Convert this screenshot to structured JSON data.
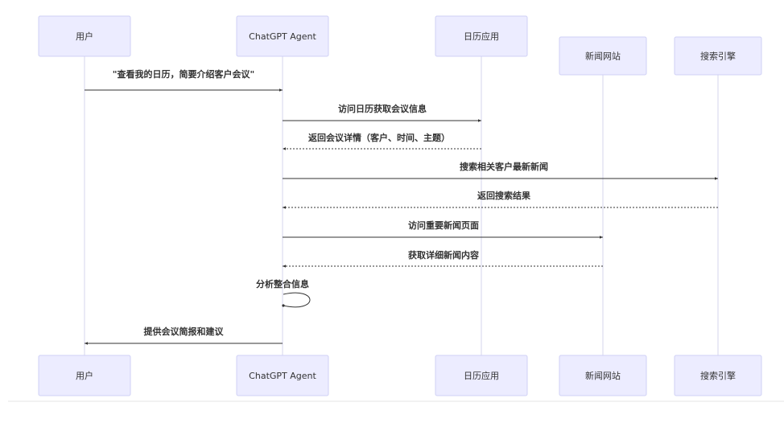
{
  "colors": {
    "actor_fill": "#ececff",
    "actor_stroke": "#cfd0f5",
    "lifeline": "#d4d4ee",
    "message": "#333333"
  },
  "actors": [
    {
      "id": "user",
      "label": "用户"
    },
    {
      "id": "agent",
      "label": "ChatGPT Agent"
    },
    {
      "id": "calendar",
      "label": "日历应用"
    },
    {
      "id": "news",
      "label": "新闻网站"
    },
    {
      "id": "search",
      "label": "搜索引擎"
    }
  ],
  "messages": [
    {
      "from": "user",
      "to": "agent",
      "label": "\"查看我的日历，简要介绍客户会议\"",
      "style": "solid"
    },
    {
      "from": "agent",
      "to": "calendar",
      "label": "访问日历获取会议信息",
      "style": "solid"
    },
    {
      "from": "calendar",
      "to": "agent",
      "label": "返回会议详情（客户、时间、主题）",
      "style": "dashed"
    },
    {
      "from": "agent",
      "to": "search",
      "label": "搜索相关客户最新新闻",
      "style": "solid"
    },
    {
      "from": "search",
      "to": "agent",
      "label": "返回搜索结果",
      "style": "dashed"
    },
    {
      "from": "agent",
      "to": "news",
      "label": "访问重要新闻页面",
      "style": "solid"
    },
    {
      "from": "news",
      "to": "agent",
      "label": "获取详细新闻内容",
      "style": "dashed"
    },
    {
      "from": "agent",
      "to": "agent",
      "label": "分析整合信息",
      "style": "self"
    },
    {
      "from": "agent",
      "to": "user",
      "label": "提供会议简报和建议",
      "style": "solid"
    }
  ]
}
